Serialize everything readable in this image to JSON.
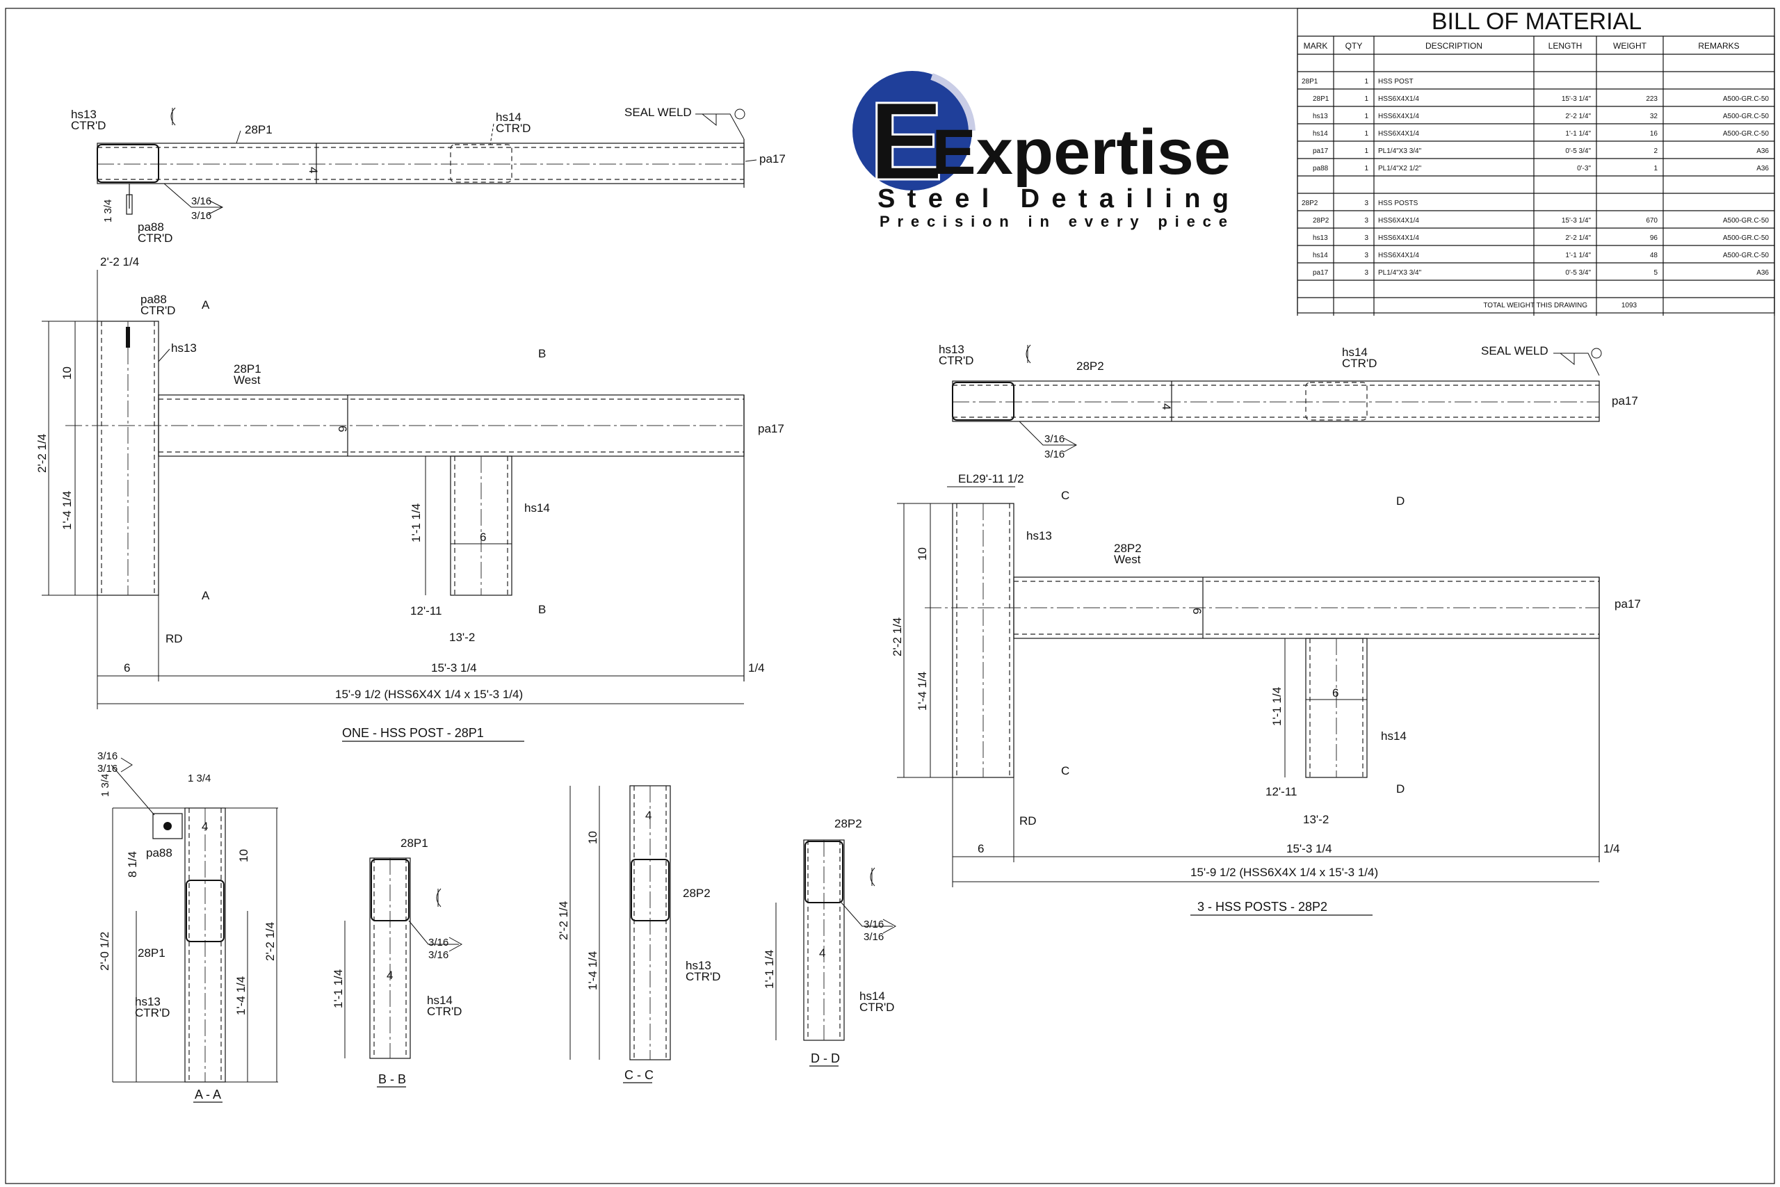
{
  "bom": {
    "title": "BILL OF MATERIAL",
    "headers": [
      "MARK",
      "QTY",
      "DESCRIPTION",
      "LENGTH",
      "WEIGHT",
      "REMARKS"
    ],
    "rows": [
      [
        "",
        "",
        "",
        "",
        "",
        ""
      ],
      [
        "28P1",
        "1",
        "HSS POST",
        "",
        "",
        ""
      ],
      [
        "28P1",
        "1",
        "HSS6X4X1/4",
        "15'-3 1/4\"",
        "223",
        "A500-GR.C-50"
      ],
      [
        "hs13",
        "1",
        "HSS6X4X1/4",
        "2'-2 1/4\"",
        "32",
        "A500-GR.C-50"
      ],
      [
        "hs14",
        "1",
        "HSS6X4X1/4",
        "1'-1 1/4\"",
        "16",
        "A500-GR.C-50"
      ],
      [
        "pa17",
        "1",
        "PL1/4\"X3 3/4\"",
        "0'-5 3/4\"",
        "2",
        "A36"
      ],
      [
        "pa88",
        "1",
        "PL1/4\"X2 1/2\"",
        "0'-3\"",
        "1",
        "A36"
      ],
      [
        "",
        "",
        "",
        "",
        "",
        ""
      ],
      [
        "28P2",
        "3",
        "HSS POSTS",
        "",
        "",
        ""
      ],
      [
        "28P2",
        "3",
        "HSS6X4X1/4",
        "15'-3 1/4\"",
        "670",
        "A500-GR.C-50"
      ],
      [
        "hs13",
        "3",
        "HSS6X4X1/4",
        "2'-2 1/4\"",
        "96",
        "A500-GR.C-50"
      ],
      [
        "hs14",
        "3",
        "HSS6X4X1/4",
        "1'-1 1/4\"",
        "48",
        "A500-GR.C-50"
      ],
      [
        "pa17",
        "3",
        "PL1/4\"X3 3/4\"",
        "0'-5 3/4\"",
        "5",
        "A36"
      ],
      [
        "",
        "",
        "",
        "",
        "",
        ""
      ]
    ],
    "total_label": "TOTAL WEIGHT THIS DRAWING",
    "total_value": "1093"
  },
  "logo": {
    "name": "Expertise",
    "letter": "E",
    "line2": "Steel Detailing",
    "tagline": "Precision in every piece",
    "colors": {
      "blue": "#1f3f9a",
      "grey": "#9aa0a8",
      "navy": "#1b2f7a"
    }
  },
  "marks": {
    "hs13": "hs13",
    "hs14": "hs14",
    "ctrd": "CTR'D",
    "p1": "28P1",
    "p2": "28P2",
    "pa17": "pa17",
    "pa88": "pa88",
    "west": "West",
    "seal": "SEAL WELD",
    "rd": "RD",
    "n4": "4",
    "n6": "6",
    "n10": "10",
    "w316": "3/16",
    "w34": "3/4",
    "d134": "1 3/4",
    "el": "EL29'-11 1/2",
    "a": "A",
    "b": "B",
    "c": "C",
    "d": "D"
  },
  "dims": {
    "d2_2": "2'-2 1/4",
    "d1_4": "1'-4 1/4",
    "d1_1": "1'-1 1/4",
    "d12_11": "12'-11",
    "d13_2": "13'-2",
    "d15_3": "15'-3 1/4",
    "d14": "1/4",
    "overall": "15'-9 1/2 (HSS6X4X 1/4 x 15'-3 1/4)",
    "d2_0": "2'-0 1/2",
    "d8": "8 1/4"
  },
  "views": {
    "v1": "ONE - HSS POST - 28P1",
    "v2": "3 - HSS POSTS - 28P2",
    "aa": "A - A",
    "bb": "B - B",
    "cc": "C - C",
    "dd": "D - D"
  }
}
